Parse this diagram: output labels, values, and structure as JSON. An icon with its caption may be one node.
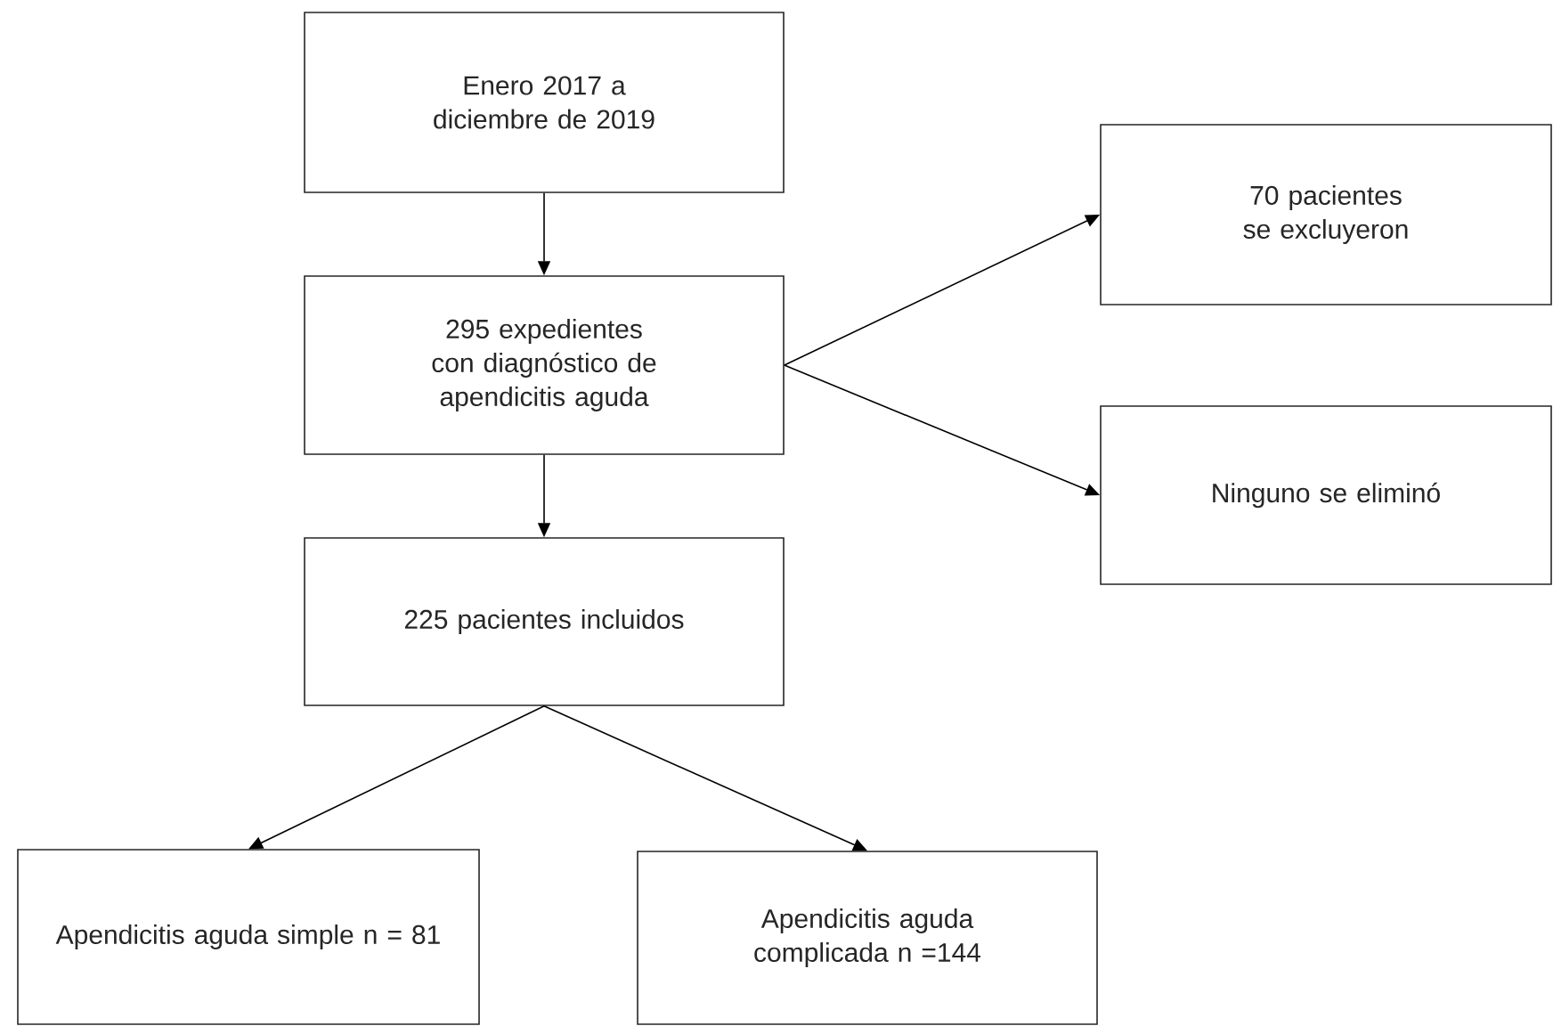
{
  "diagram": {
    "nodes": [
      {
        "text": [
          "Enero 2017 a diciembre de 2019"
        ]
      },
      {
        "text": [
          "295 expedientes con diagnóstico de apendicitis aguda"
        ]
      },
      {
        "text": [
          "225 pacientes incluidos"
        ]
      },
      {
        "text": [
          "70 pacientes se excluyeron"
        ]
      },
      {
        "text": [
          "Ninguno se eliminó"
        ]
      },
      {
        "text": [
          "Apendicitis aguda simple n = 81"
        ]
      },
      {
        "text": [
          "Apendicitis aguda complicada n =144"
        ]
      }
    ],
    "edges": [
      {
        "from": 0,
        "to": 1,
        "arrow": "to"
      },
      {
        "from": 1,
        "to": 2,
        "arrow": "to"
      },
      {
        "from": 1,
        "to": 3,
        "arrow": "to"
      },
      {
        "from": 1,
        "to": 4,
        "arrow": "to"
      },
      {
        "from": 2,
        "to": 5,
        "arrow": "to"
      },
      {
        "from": 2,
        "to": 6,
        "arrow": "to"
      }
    ]
  }
}
